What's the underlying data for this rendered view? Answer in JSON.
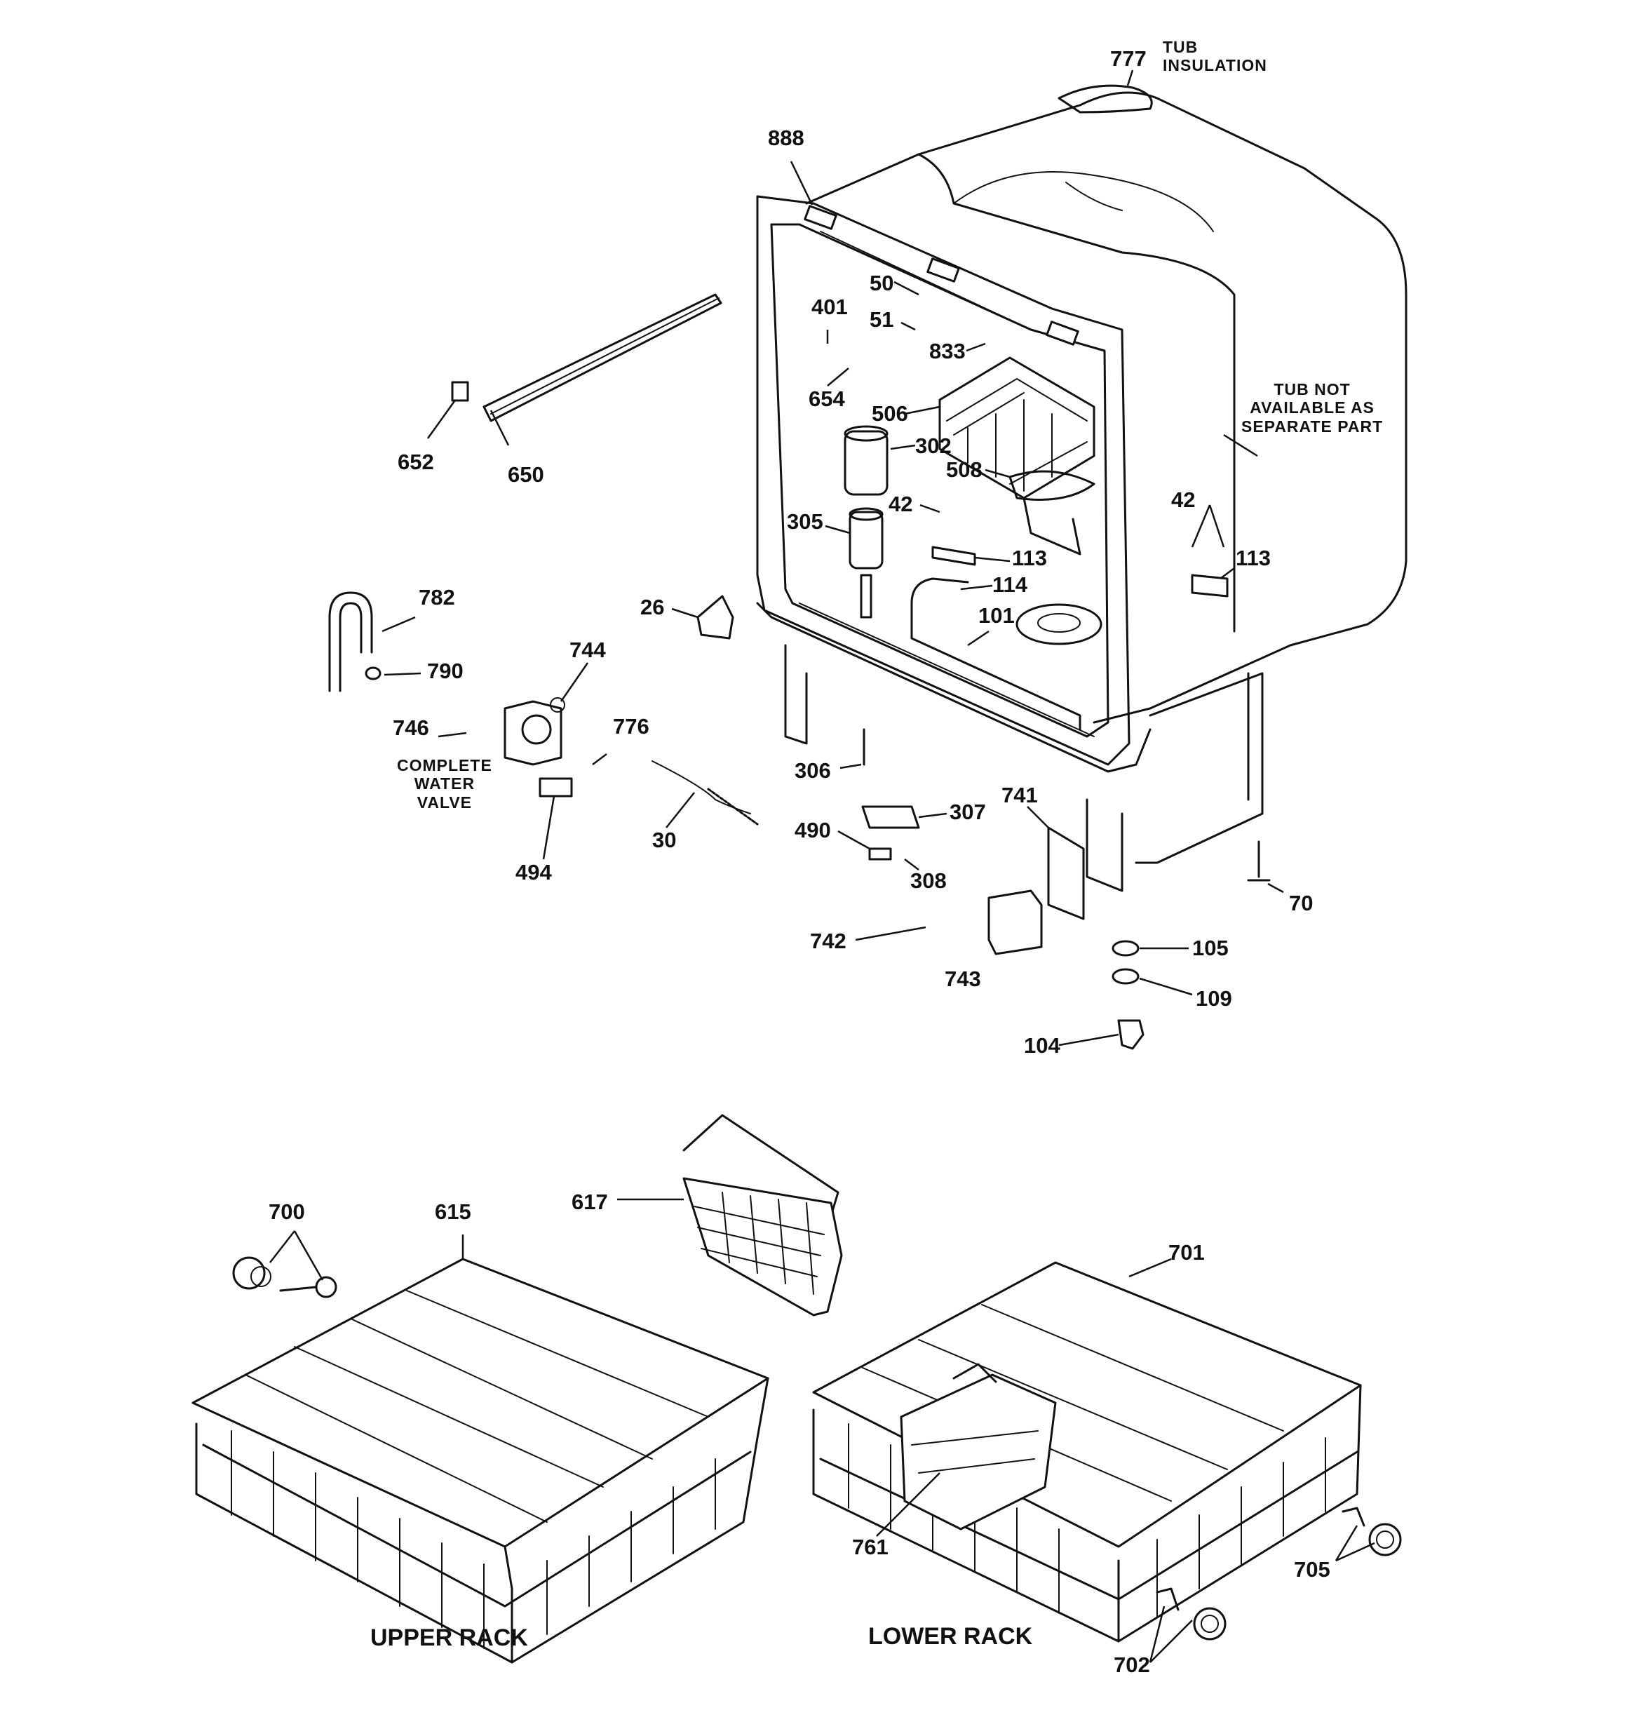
{
  "diagram": {
    "parts": {
      "p777": "777",
      "p888": "888",
      "p50": "50",
      "p401": "401",
      "p51": "51",
      "p833": "833",
      "p654": "654",
      "p506": "506",
      "p302": "302",
      "p508": "508",
      "p42a": "42",
      "p305": "305",
      "p113a": "113",
      "p114": "114",
      "p101": "101",
      "p42b": "42",
      "p113b": "113",
      "p652": "652",
      "p650": "650",
      "p782": "782",
      "p790": "790",
      "p744": "744",
      "p746": "746",
      "p776": "776",
      "p26": "26",
      "p494": "494",
      "p30": "30",
      "p306": "306",
      "p307": "307",
      "p490": "490",
      "p308": "308",
      "p741": "741",
      "p70": "70",
      "p742": "742",
      "p743": "743",
      "p105": "105",
      "p109": "109",
      "p104": "104",
      "p617": "617",
      "p700": "700",
      "p615": "615",
      "p701": "701",
      "p761": "761",
      "p705": "705",
      "p702": "702"
    },
    "notes": {
      "tub_insulation": "TUB\nINSULATION",
      "tub_not_available": "TUB NOT\nAVAILABLE AS\nSEPARATE PART",
      "complete_water_valve": "COMPLETE\nWATER\nVALVE"
    },
    "captions": {
      "upper_rack": "UPPER RACK",
      "lower_rack": "LOWER RACK"
    }
  }
}
